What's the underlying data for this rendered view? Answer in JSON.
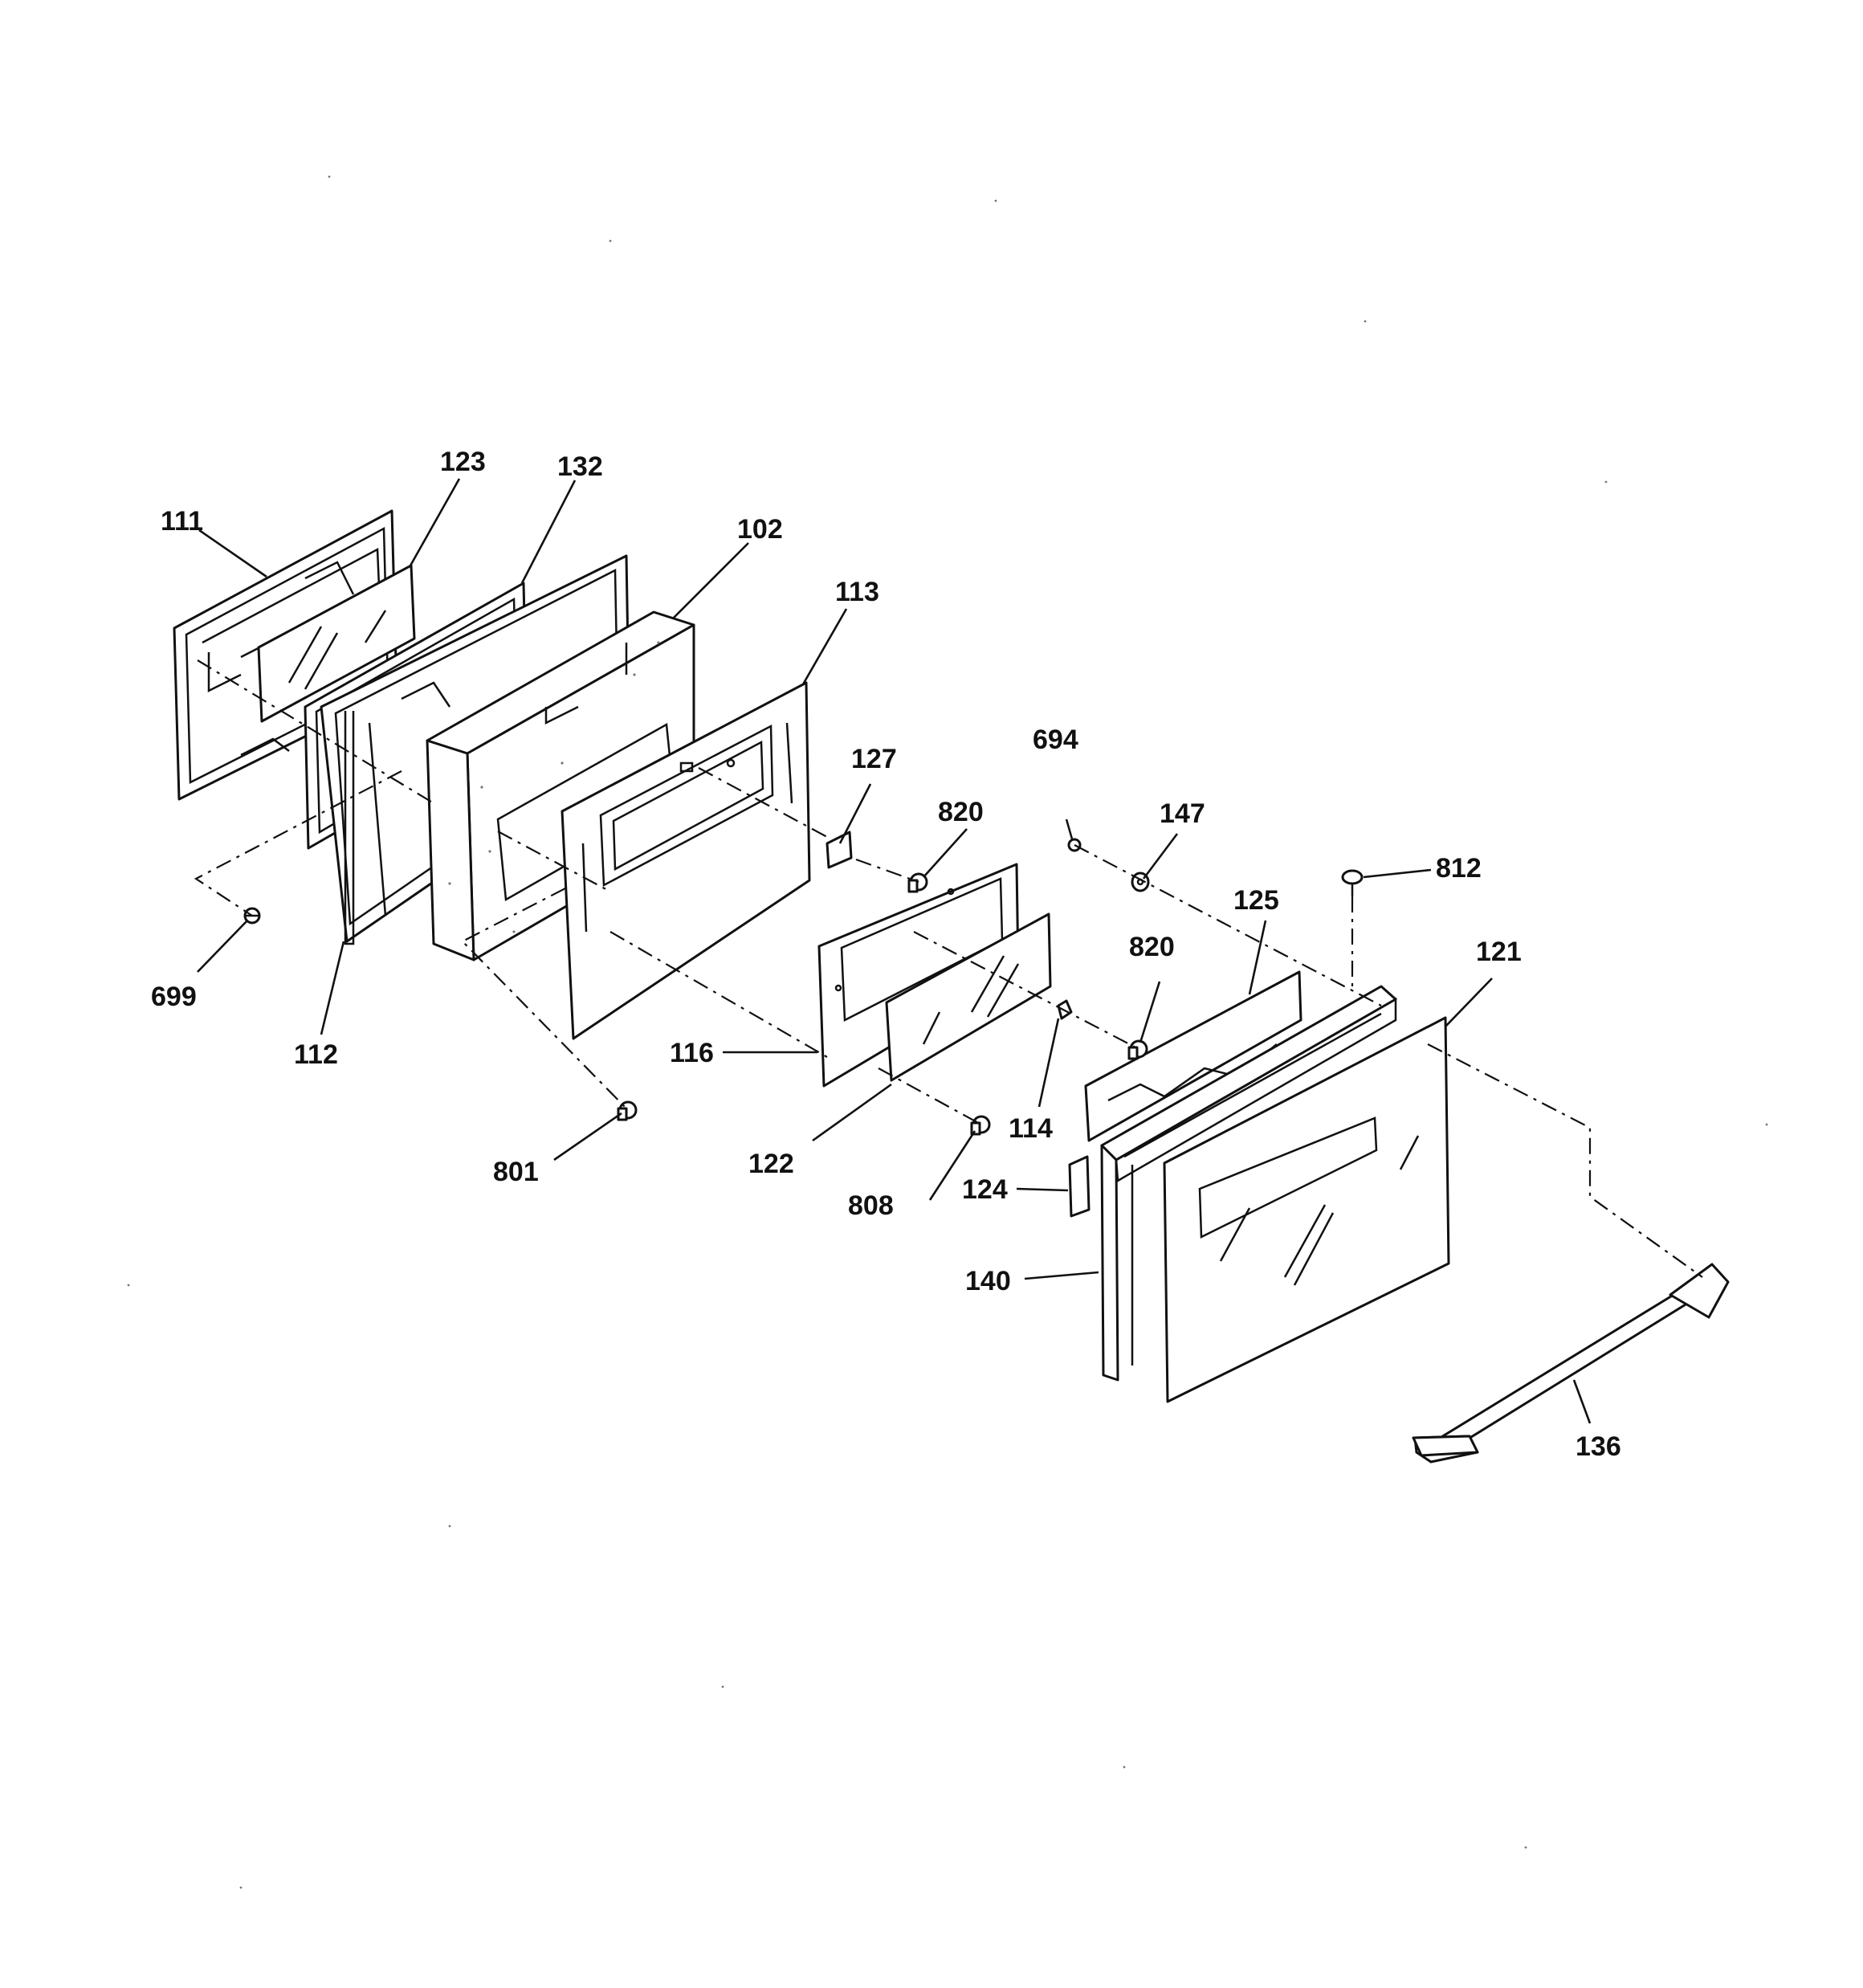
{
  "diagram": {
    "callouts": [
      {
        "id": "111",
        "label": "111"
      },
      {
        "id": "123",
        "label": "123"
      },
      {
        "id": "132",
        "label": "132"
      },
      {
        "id": "102",
        "label": "102"
      },
      {
        "id": "113",
        "label": "113"
      },
      {
        "id": "127",
        "label": "127"
      },
      {
        "id": "820a",
        "label": "820"
      },
      {
        "id": "694",
        "label": "694"
      },
      {
        "id": "147",
        "label": "147"
      },
      {
        "id": "812",
        "label": "812"
      },
      {
        "id": "125",
        "label": "125"
      },
      {
        "id": "820b",
        "label": "820"
      },
      {
        "id": "121",
        "label": "121"
      },
      {
        "id": "699",
        "label": "699"
      },
      {
        "id": "112",
        "label": "112"
      },
      {
        "id": "116",
        "label": "116"
      },
      {
        "id": "114",
        "label": "114"
      },
      {
        "id": "801",
        "label": "801"
      },
      {
        "id": "122",
        "label": "122"
      },
      {
        "id": "808",
        "label": "808"
      },
      {
        "id": "124",
        "label": "124"
      },
      {
        "id": "140",
        "label": "140"
      },
      {
        "id": "136",
        "label": "136"
      }
    ]
  },
  "colors": {
    "ink": "#111111",
    "paper": "#ffffff"
  }
}
